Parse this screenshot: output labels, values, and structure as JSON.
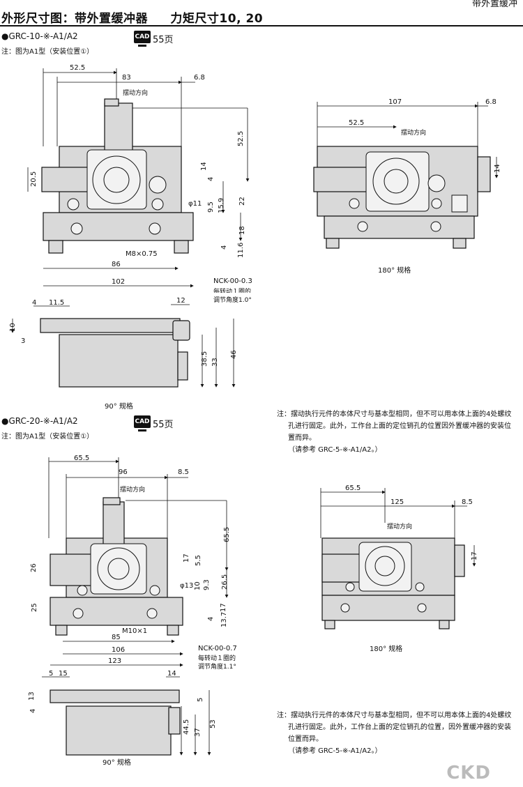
{
  "header": {
    "title_left": "外形尺寸图：带外置缓冲器",
    "title_right": "力矩尺寸10, 20",
    "top_right": "带外置缓冲"
  },
  "sections": [
    {
      "model": "●GRC-10-※-A1/A2",
      "note": "注：图为A1型（安装位置①）",
      "cad_label": "CAD",
      "cad_page": "55页",
      "swing_label": "摆动方向",
      "top_dims": [
        "52.5",
        "83",
        "6.8"
      ],
      "right_dims": [
        "52.5",
        "14",
        "4",
        "22",
        "18",
        "4",
        "11.6",
        "9.5",
        "15.9"
      ],
      "left_dim": "20.5",
      "phi": "φ11",
      "thread": "M8×0.75",
      "bottom_dims": [
        "86",
        "102"
      ],
      "nck": "NCK-00-0.3",
      "adjust": [
        "每转动１圈的",
        "调节角度1.0°"
      ],
      "side_dims": [
        "4",
        "11.5",
        "12",
        "10",
        "3",
        "38.5",
        "33",
        "46"
      ],
      "side_caption": "90° 规格",
      "alt": {
        "top_dims": [
          "107",
          "6.8",
          "52.5"
        ],
        "swing_label": "摆动方向",
        "right_dim": "14",
        "caption": "180° 规格"
      },
      "footnote": [
        "注：摆动执行元件的本体尺寸与基本型相同，但不可以用本体上面的4处螺纹",
        "孔进行固定。此外，工作台上面的定位销孔的位置因外置缓冲器的安装位",
        "置而异。",
        "（请参考 GRC-5-※-A1/A2。）"
      ]
    },
    {
      "model": "●GRC-20-※-A1/A2",
      "note": "注：图为A1型（安装位置①）",
      "cad_label": "CAD",
      "cad_page": "55页",
      "swing_label": "摆动方向",
      "top_dims": [
        "65.5",
        "96",
        "8.5"
      ],
      "right_dims": [
        "65.5",
        "17",
        "5.5",
        "26.5",
        "10",
        "9.3",
        "17",
        "4",
        "13.7"
      ],
      "left_dims": [
        "26",
        "25"
      ],
      "phi": "φ13",
      "thread": "M10×1",
      "bottom_dims": [
        "85",
        "106",
        "123"
      ],
      "nck": "NCK-00-0.7",
      "adjust": [
        "每转动１圈的",
        "调节角度1.1°"
      ],
      "side_dims": [
        "5",
        "15",
        "14",
        "13",
        "4",
        "5",
        "44.5",
        "37",
        "53"
      ],
      "side_caption": "90° 规格",
      "alt": {
        "top_dims": [
          "65.5",
          "125",
          "8.5"
        ],
        "swing_label": "摆动方向",
        "right_dim": "17",
        "caption": "180° 规格"
      },
      "footnote": [
        "注：摆动执行元件的本体尺寸与基本型相同，但不可以用本体上面的4处螺纹",
        "孔进行固定。此外，工作台上面的定位销孔的位置，因外置缓冲器的安装",
        "位置而异。",
        "（请参考 GRC-5-※-A1/A2。）"
      ]
    }
  ],
  "logo": "CKD"
}
